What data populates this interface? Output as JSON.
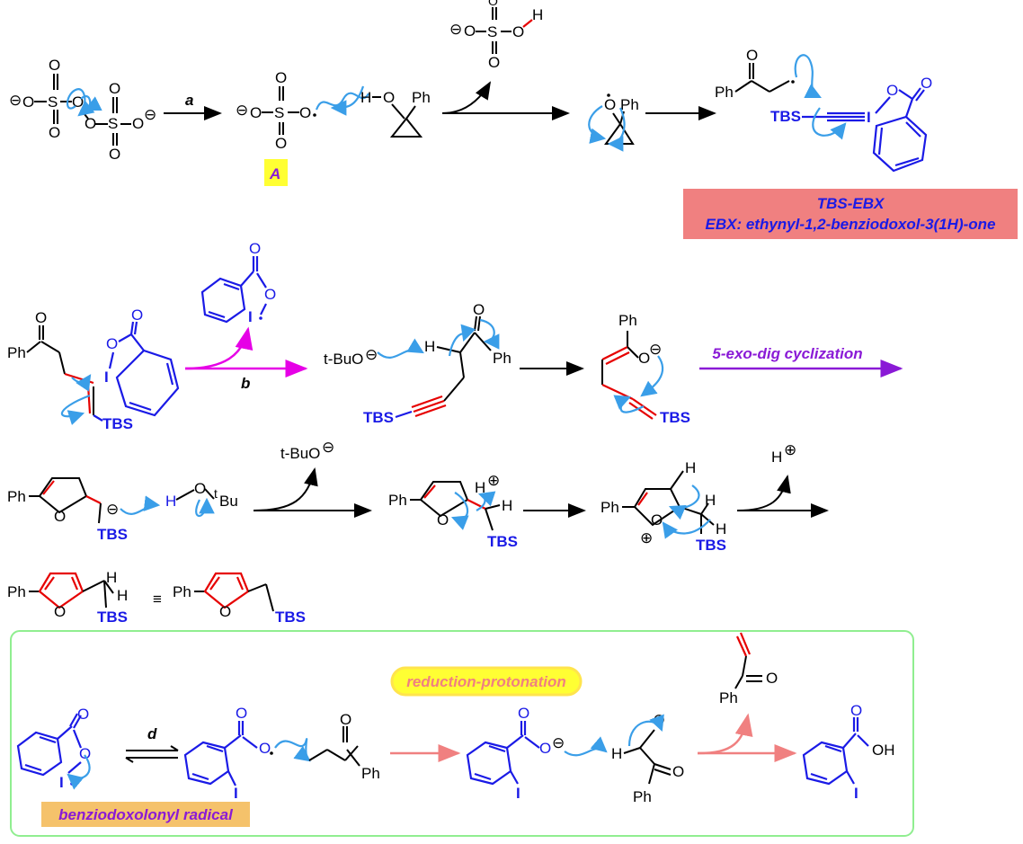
{
  "colors": {
    "structure": "#000000",
    "hetero_blue": "#1a1ae6",
    "new_bond_red": "#e60000",
    "curly_arrow": "#3a9ee8",
    "magenta_arrow": "#e600e6",
    "purple_label": "#8a1ad6",
    "pink_arrow": "#f08080",
    "label_highlight_yellow": "#ffff33",
    "ebx_box": "#f08080",
    "panel_border": "#90ee90",
    "radical_label_bg": "#f5c26b"
  },
  "steps": {
    "a": "a",
    "b": "b",
    "d": "d"
  },
  "labels": {
    "intermediate_A": "A",
    "tbs_ebx_title": "TBS-EBX",
    "ebx_definition": "EBX: ethynyl-1,2-benziodoxol-3(1H)-one",
    "cyclization": "5-exo-dig cyclization",
    "reduction": "reduction-protonation",
    "radical": "benziodoxolonyl radical"
  },
  "atoms": {
    "Ph": "Ph",
    "O": "O",
    "S": "S",
    "H": "H",
    "I": "I",
    "TBS": "TBS",
    "tBuO": "t-BuO",
    "tBu": "Bu",
    "t": "t",
    "OH": "OH",
    "equiv": "≡",
    "minus": "⊖",
    "plus": "⊕"
  }
}
